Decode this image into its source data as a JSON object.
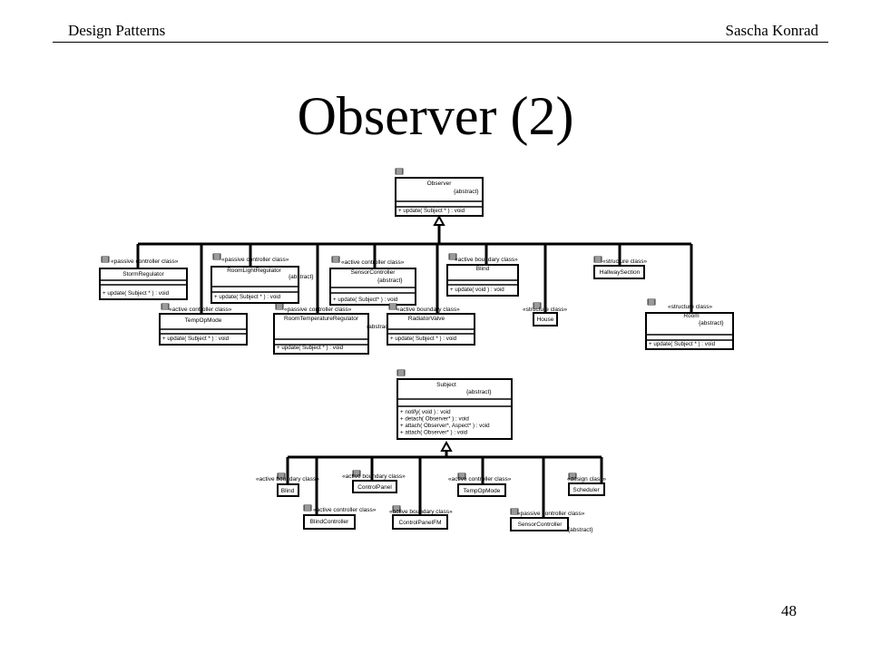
{
  "header": {
    "left": "Design Patterns",
    "right": "Sascha Konrad"
  },
  "slide": {
    "title": "Observer (2)",
    "page_number": "48"
  },
  "observer_diagram": {
    "base": {
      "name": "Observer",
      "stereotype": "",
      "tag": "{abstract}",
      "ops": [
        "+ update( Subject * )  : void"
      ]
    },
    "subclasses": [
      {
        "stereotype": "«passive controller class»",
        "name": "StormRegulator",
        "tag": "",
        "ops": [
          "+ update( Subject * )  : void"
        ]
      },
      {
        "stereotype": "«passive controller class»",
        "name": "RoomLightRegulator",
        "tag": "{abstract}",
        "ops": [
          "+ update( Subject * )  : void"
        ]
      },
      {
        "stereotype": "«active controller class»",
        "name": "SensorController",
        "tag": "{abstract}",
        "ops": [
          "+ update( Subject* )  : void"
        ]
      },
      {
        "stereotype": "«active boundary class»",
        "name": "Blind",
        "tag": "",
        "ops": [
          "+ update( void )  : void"
        ]
      },
      {
        "stereotype": "«structure class»",
        "name": "HallwaySection",
        "tag": "",
        "ops": []
      },
      {
        "stereotype": "«active controller class»",
        "name": "TempOpMode",
        "tag": "",
        "ops": [
          "+ update( Subject * )  : void"
        ]
      },
      {
        "stereotype": "«passive controller class»",
        "name": "RoomTemperatureRegulator",
        "tag": "{abstract}",
        "ops": [
          "+ update( Subject * )  : void"
        ]
      },
      {
        "stereotype": "«active boundary class»",
        "name": "RadiatorValve",
        "tag": "",
        "ops": [
          "+ update( Subject * )  : void"
        ]
      },
      {
        "stereotype": "«structure class»",
        "name": "House",
        "tag": "",
        "ops": []
      },
      {
        "stereotype": "«structure class»",
        "name": "Room",
        "tag": "{abstract}",
        "ops": [
          "+ update( Subject * )  : void"
        ]
      }
    ]
  },
  "subject_diagram": {
    "base": {
      "name": "Subject",
      "stereotype": "",
      "tag": "{abstract}",
      "ops": [
        "+ notify( void )  : void",
        "+ detach( Observer* )  : void",
        "+ attach( Observer*, Aspect* )  : void",
        "+ attach( Observer* )  : void"
      ]
    },
    "subclasses": [
      {
        "stereotype": "«active boundary class»",
        "name": "Blind",
        "tag": "",
        "ops": []
      },
      {
        "stereotype": "«active boundary class»",
        "name": "ControlPanel",
        "tag": "",
        "ops": []
      },
      {
        "stereotype": "«active controller class»",
        "name": "TempOpMode",
        "tag": "",
        "ops": []
      },
      {
        "stereotype": "«design class»",
        "name": "Scheduler",
        "tag": "",
        "ops": []
      },
      {
        "stereotype": "«active controller class»",
        "name": "BlindController",
        "tag": "",
        "ops": []
      },
      {
        "stereotype": "«active boundary class»",
        "name": "ControlPanelFM",
        "tag": "",
        "ops": []
      },
      {
        "stereotype": "«passive controller class»",
        "name": "SensorController",
        "tag": "{abstract}",
        "ops": []
      }
    ]
  }
}
